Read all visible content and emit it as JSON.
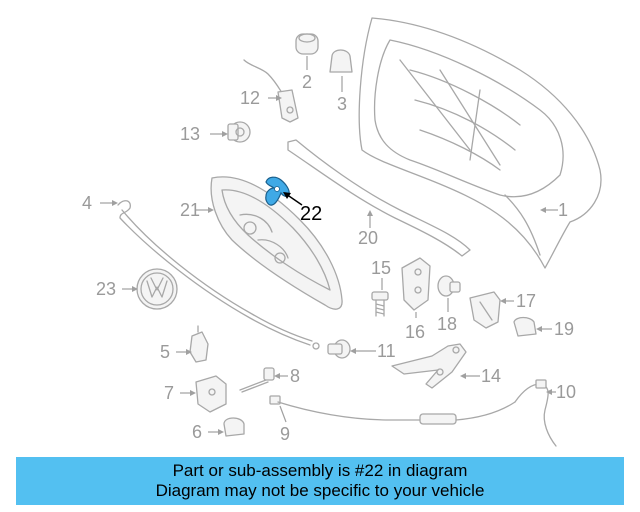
{
  "diagram": {
    "highlighted_part": "22",
    "highlight_color": "#3fa9e6",
    "callouts": [
      {
        "id": "c1",
        "text": "1"
      },
      {
        "id": "c2",
        "text": "2"
      },
      {
        "id": "c3",
        "text": "3"
      },
      {
        "id": "c4",
        "text": "4"
      },
      {
        "id": "c5",
        "text": "5"
      },
      {
        "id": "c6",
        "text": "6"
      },
      {
        "id": "c7",
        "text": "7"
      },
      {
        "id": "c8",
        "text": "8"
      },
      {
        "id": "c9",
        "text": "9"
      },
      {
        "id": "c10",
        "text": "10"
      },
      {
        "id": "c11",
        "text": "11"
      },
      {
        "id": "c12",
        "text": "12"
      },
      {
        "id": "c13",
        "text": "13"
      },
      {
        "id": "c14",
        "text": "14"
      },
      {
        "id": "c15",
        "text": "15"
      },
      {
        "id": "c16",
        "text": "16"
      },
      {
        "id": "c17",
        "text": "17"
      },
      {
        "id": "c18",
        "text": "18"
      },
      {
        "id": "c19",
        "text": "19"
      },
      {
        "id": "c20",
        "text": "20"
      },
      {
        "id": "c21",
        "text": "21"
      },
      {
        "id": "c22",
        "text": "22"
      },
      {
        "id": "c23",
        "text": "23"
      }
    ]
  },
  "banner": {
    "line1": "Part or sub-assembly is #22 in diagram",
    "line2": "Diagram may not be specific to your vehicle",
    "color": "#53c0f1"
  }
}
